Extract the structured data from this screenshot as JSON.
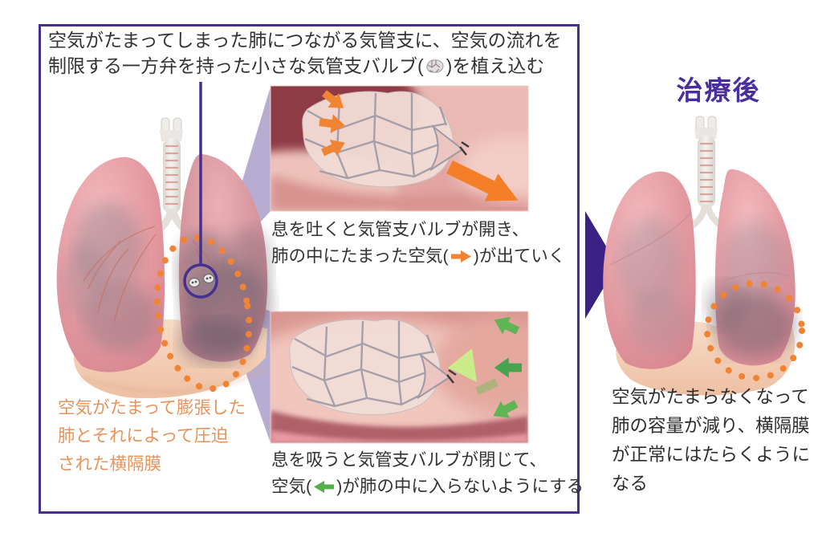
{
  "colors": {
    "panel_border_purple": "#46308f",
    "title_purple": "#4b2e9e",
    "big_arrow_purple": "#3a2183",
    "connector_wedge_purple": "#7b6aad",
    "exhale_arrow_orange": "#f08433",
    "note_orange": "#e8935c",
    "inhale_arrow_green": "#55b04a",
    "text_dark": "#333333",
    "lung_pink": "#e9a8ad",
    "diaphragm_beige": "#f2cdb2"
  },
  "main_panel": {
    "intro_line1": "空気がたまってしまった肺につながる気管支に、空気の流れを",
    "intro_line2_prefix": "制限する一方弁を持った小さな気管支バルブ(",
    "intro_line2_suffix": ")を植え込む",
    "exhale_caption_line1": "息を吐くと気管支バルブが開き、",
    "exhale_caption_line2_prefix": "肺の中にたまった空気(",
    "exhale_caption_line2_suffix": ")が出ていく",
    "inhale_caption_line1": "息を吸うと気管支バルブが閉じて、",
    "inhale_caption_line2_prefix": "空気(",
    "inhale_caption_line2_suffix": ")が肺の中に入らないようにする",
    "expanded_note_line1": "空気がたまって膨張した",
    "expanded_note_line2": "肺とそれによって圧迫",
    "expanded_note_line3": "された横隔膜"
  },
  "after_section": {
    "title": "治療後",
    "note_line1": "空気がたまらなくなって",
    "note_line2": "肺の容量が減り、横隔膜",
    "note_line3": "が正常にはたらくように",
    "note_line4": "なる"
  }
}
